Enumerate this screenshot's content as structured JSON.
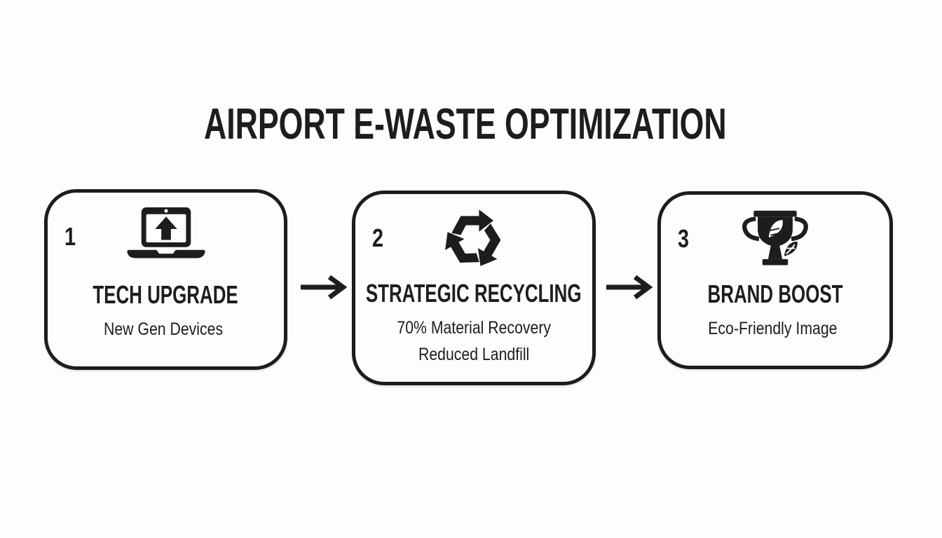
{
  "theme": {
    "background": "#fdfdfd",
    "ink": "#1d1d1b"
  },
  "title": "AIRPORT E-WASTE OPTIMIZATION",
  "steps": [
    {
      "number": "1",
      "icon": "laptop-upgrade-icon",
      "title": "TECH UPGRADE",
      "subtitles": [
        "New Gen Devices"
      ]
    },
    {
      "number": "2",
      "icon": "recycling-icon",
      "title": "STRATEGIC RECYCLING",
      "subtitles": [
        "70% Material Recovery",
        "Reduced Landfill"
      ]
    },
    {
      "number": "3",
      "icon": "trophy-leaf-icon",
      "title": "BRAND BOOST",
      "subtitles": [
        "Eco-Friendly Image"
      ]
    }
  ],
  "connectors": [
    "arrow-right",
    "arrow-right"
  ]
}
